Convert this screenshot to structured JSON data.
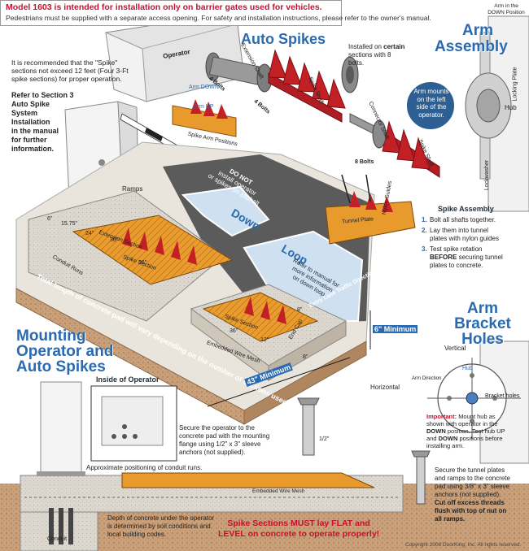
{
  "banner": {
    "title": "Model 1603 is intended for installation only on barrier gates used for vehicles.",
    "subtitle": "Pedestrians must be supplied with a separate access opening. For safety and installation instructions, please refer to the owner's manual."
  },
  "headings": {
    "auto_spikes": "Auto Spikes",
    "arm_assembly_1": "Arm",
    "arm_assembly_2": "Assembly",
    "arm_bracket_1": "Arm",
    "arm_bracket_2": "Bracket",
    "arm_bracket_3": "Holes",
    "mounting_1": "Mounting",
    "mounting_2": "Operator and",
    "mounting_3": "Auto Spikes",
    "inside_operator": "Inside of Operator",
    "spike_assembly": "Spike Assembly"
  },
  "notes": {
    "recommend_1": "It is recommended that the \"Spike\"",
    "recommend_2": "sections not exceed 12 feet (Four 3-Ft",
    "recommend_3": "spike sections) for proper operation.",
    "refer_1": "Refer to Section 3",
    "refer_2": "Auto Spike",
    "refer_3": "System",
    "refer_4": "Installation",
    "refer_5": "in the manual",
    "refer_6": "for further",
    "refer_7": "information.",
    "installed_1": "Installed on",
    "installed_certain": "certain",
    "installed_2": "sections with 8",
    "installed_3": "bolts.",
    "arm_mounts_1": "Arm mounts",
    "arm_mounts_2": "on the left",
    "arm_mounts_3": "side of the",
    "arm_mounts_4": "operator.",
    "arm_down_position_1": "Arm in the",
    "arm_down_position_2": "DOWN Position",
    "step1": "Bolt all shafts together.",
    "step2_1": "Lay them into tunnel",
    "step2_2": "plates with nylon guides",
    "step3_1": "Test spike rotation",
    "step3_2": "BEFORE",
    "step3_3": "securing tunnel",
    "step3_4": "plates to concrete.",
    "do_not_1": "DO NOT",
    "do_not_2": "install operator",
    "do_not_3": "or spikes on asphalt",
    "refer_loop_1": "Refer to manual for",
    "refer_loop_2": "more information",
    "refer_loop_3": "on down loop",
    "total_length": "Total length of concrete pad will vary depending on the number of sections used",
    "secure_op_1": "Secure the operator to the",
    "secure_op_2": "concrete pad with the mounting",
    "secure_op_3": "flange using 1/2\" x 3\" sleeve",
    "secure_op_4": "anchors (not supplied).",
    "conduit_approx": "Approximate positioning of conduit runs.",
    "secure_tunnel_1": "Secure the tunnel plates",
    "secure_tunnel_2": "and ramps to the concrete",
    "secure_tunnel_3": "pad using 3/8\" x 3\" sleeve",
    "secure_tunnel_4": "anchors (not supplied).",
    "cut_off_1": "Cut off excess threads",
    "cut_off_2": "flush with top of nut on",
    "cut_off_3": "all ramps.",
    "depth_1": "Depth of concrete under the operator",
    "depth_2": "is determined by soil conditions and",
    "depth_3": "local building codes.",
    "warning_1": "Spike Sections MUST lay FLAT and",
    "warning_2": "LEVEL on concrete to operate properly!",
    "important_label": "Important:",
    "important_1": "Mount hub as",
    "important_2": "shown with operator in the",
    "important_3a": "DOWN",
    "important_3b": "position. Test hub UP",
    "important_4a": "and",
    "important_4b": "DOWN",
    "important_4c": "positions before",
    "important_5": "installing arm.",
    "copyright": "Copyright 2008 DoorKing, Inc. All rights reserved."
  },
  "labels": {
    "operator": "Operator",
    "extension_shaft": "Extension Shaft",
    "four_bolts_a": "4 Bolts",
    "four_bolts_b": "4 Bolts",
    "eight_bolts": "8 Bolts",
    "spike_shaft_a": "Spike Shaft",
    "spike_shaft_b": "Spike Shaft",
    "connector_shaft": "Connector Shaft",
    "arm_down": "Arm DOWN",
    "arm_up": "Arm UP",
    "spike_arm_positions": "Spike Arm Positions",
    "ramps": "Ramps",
    "down": "Down",
    "loop": "Loop",
    "entry_lane": "Entry Lane Traffic Direction",
    "conduit_runs": "Conduit Runs",
    "embedded_wire_mesh": "Embedded Wire Mesh",
    "embedded_wire_mesh_b": "Embedded Wire Mesh",
    "spike_section_a": "Spike Section",
    "spike_section_b": "Spike Section",
    "extension_section": "Extension Section",
    "end_cap": "End Cap",
    "six_min": "6\" Minimum",
    "fortythree_min": "43\" Minimum",
    "dim_6": "6\"",
    "dim_1575": "15.75\"",
    "dim_24": "24\"",
    "dim_36a": "36\"",
    "dim_36b": "36\"",
    "dim_36c": "36\"",
    "dim_12": "12\"",
    "dim_8a": "8\"",
    "dim_8b": "8\"",
    "vertical": "Vertical",
    "horizontal": "Horizontal",
    "hub": "Hub",
    "hub_b": "Hub",
    "bracket_holes": "Bracket holes",
    "arm_direction": "Arm Direction",
    "locking_plate": "Locking Plate",
    "lockwasher": "Lockwasher",
    "nylon_guides": "Nylon Guides",
    "tunnel_plate": "Tunnel Plate",
    "half_inch": "1/2\"",
    "conduit": "Conduit",
    "operator_b": "Operator"
  },
  "steps": [
    "1.",
    "2.",
    "3."
  ],
  "colors": {
    "title_red": "#c8102e",
    "heading_blue": "#2a6ab0",
    "spike_red": "#c32026",
    "plate_orange": "#e89a2c",
    "asphalt": "#5b5b5b",
    "concrete": "#d8d2c8",
    "soil": "#c8a27a"
  }
}
